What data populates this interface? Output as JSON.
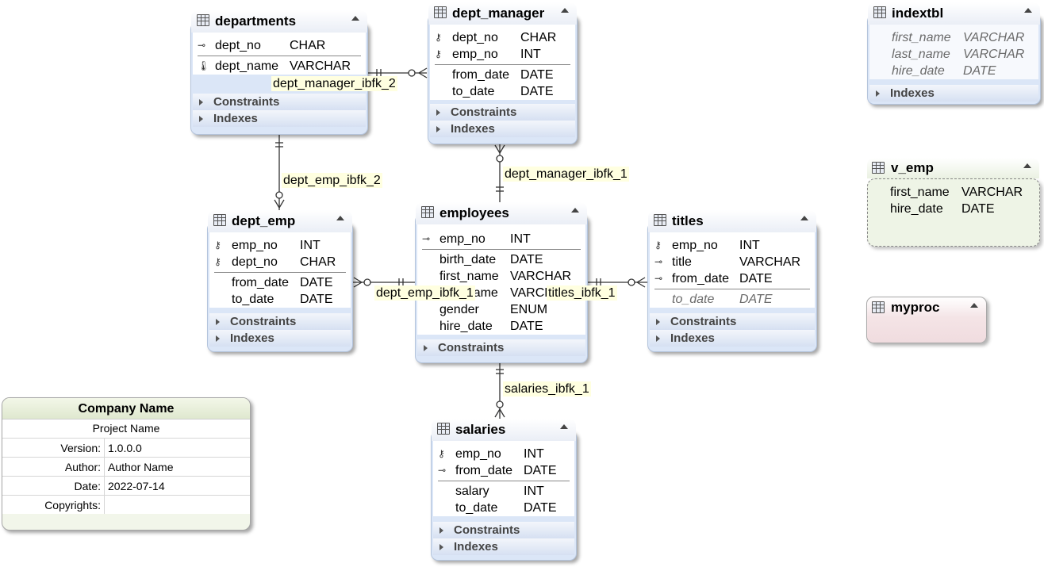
{
  "entities": {
    "departments": {
      "title": "departments",
      "rows": [
        {
          "name": "dept_no",
          "type": "CHAR",
          "icon": "key-icon"
        },
        {
          "name": "dept_name",
          "type": "VARCHAR",
          "icon": "unique-icon"
        }
      ],
      "sections": [
        "Constraints",
        "Indexes"
      ]
    },
    "dept_manager": {
      "title": "dept_manager",
      "rows": [
        {
          "name": "dept_no",
          "type": "CHAR",
          "icon": "fk-key-icon"
        },
        {
          "name": "emp_no",
          "type": "INT",
          "icon": "fk-key-icon"
        },
        {
          "name": "from_date",
          "type": "DATE"
        },
        {
          "name": "to_date",
          "type": "DATE"
        }
      ],
      "sections": [
        "Constraints",
        "Indexes"
      ]
    },
    "indextbl": {
      "title": "indextbl",
      "rows": [
        {
          "name": "first_name",
          "type": "VARCHAR"
        },
        {
          "name": "last_name",
          "type": "VARCHAR"
        },
        {
          "name": "hire_date",
          "type": "DATE"
        }
      ],
      "sections": [
        "Indexes"
      ]
    },
    "dept_emp": {
      "title": "dept_emp",
      "rows": [
        {
          "name": "emp_no",
          "type": "INT",
          "icon": "fk-key-icon"
        },
        {
          "name": "dept_no",
          "type": "CHAR",
          "icon": "fk-key-icon"
        },
        {
          "name": "from_date",
          "type": "DATE"
        },
        {
          "name": "to_date",
          "type": "DATE"
        }
      ],
      "sections": [
        "Constraints",
        "Indexes"
      ]
    },
    "employees": {
      "title": "employees",
      "rows": [
        {
          "name": "emp_no",
          "type": "INT",
          "icon": "key-icon"
        },
        {
          "name": "birth_date",
          "type": "DATE"
        },
        {
          "name": "first_name",
          "type": "VARCHAR"
        },
        {
          "name": "last_name",
          "type": "VARCHAR"
        },
        {
          "name": "gender",
          "type": "ENUM"
        },
        {
          "name": "hire_date",
          "type": "DATE"
        }
      ],
      "sections": [
        "Constraints"
      ]
    },
    "titles": {
      "title": "titles",
      "rows": [
        {
          "name": "emp_no",
          "type": "INT",
          "icon": "fk-key-icon"
        },
        {
          "name": "title",
          "type": "VARCHAR",
          "icon": "key-icon"
        },
        {
          "name": "from_date",
          "type": "DATE",
          "icon": "key-icon"
        },
        {
          "name": "to_date",
          "type": "DATE"
        }
      ],
      "sections": [
        "Constraints",
        "Indexes"
      ]
    },
    "salaries": {
      "title": "salaries",
      "rows": [
        {
          "name": "emp_no",
          "type": "INT",
          "icon": "fk-key-icon"
        },
        {
          "name": "from_date",
          "type": "DATE",
          "icon": "key-icon"
        },
        {
          "name": "salary",
          "type": "INT"
        },
        {
          "name": "to_date",
          "type": "DATE"
        }
      ],
      "sections": [
        "Constraints",
        "Indexes"
      ]
    },
    "v_emp": {
      "title": "v_emp",
      "rows": [
        {
          "name": "first_name",
          "type": "VARCHAR"
        },
        {
          "name": "hire_date",
          "type": "DATE"
        }
      ]
    },
    "myproc": {
      "title": "myproc"
    }
  },
  "relations": {
    "dept_manager_ibfk_2": "dept_manager_ibfk_2",
    "dept_manager_ibfk_1": "dept_manager_ibfk_1",
    "dept_emp_ibfk_2": "dept_emp_ibfk_2",
    "dept_emp_ibfk_1": "dept_emp_ibfk_1",
    "titles_ibfk_1": "titles_ibfk_1",
    "salaries_ibfk_1": "salaries_ibfk_1"
  },
  "info": {
    "company": "Company Name",
    "project": "Project Name",
    "fields": [
      {
        "key": "Version:",
        "value": "1.0.0.0"
      },
      {
        "key": "Author:",
        "value": "Author Name"
      },
      {
        "key": "Date:",
        "value": "2022-07-14"
      },
      {
        "key": "Copyrights:",
        "value": ""
      }
    ]
  },
  "colors": {
    "entity_body": "#dbe6f7",
    "label_bg": "#ffffe0",
    "view_bg": "#eef4e6",
    "proc_bg": "#f4e4e6"
  }
}
